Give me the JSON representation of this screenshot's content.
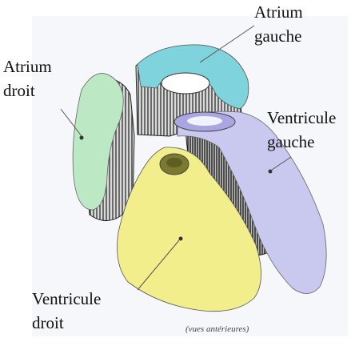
{
  "labels": {
    "atrium_gauche": [
      "Atrium",
      "gauche"
    ],
    "atrium_droit": [
      "Atrium",
      "droit"
    ],
    "ventricule_gauche": [
      "Ventricule",
      "gauche"
    ],
    "ventricule_droit": [
      "Ventricule",
      "droit"
    ]
  },
  "caption": "(vues antérieures)",
  "colors": {
    "atrium_gauche": "#7fd3dc",
    "atrium_droit": "#bde8c4",
    "ventricule_gauche": "#c9c8ef",
    "ventricule_droit": "#f2ee8c",
    "hatching": "#3a3a3a",
    "background_tint": "#eef1f5"
  }
}
